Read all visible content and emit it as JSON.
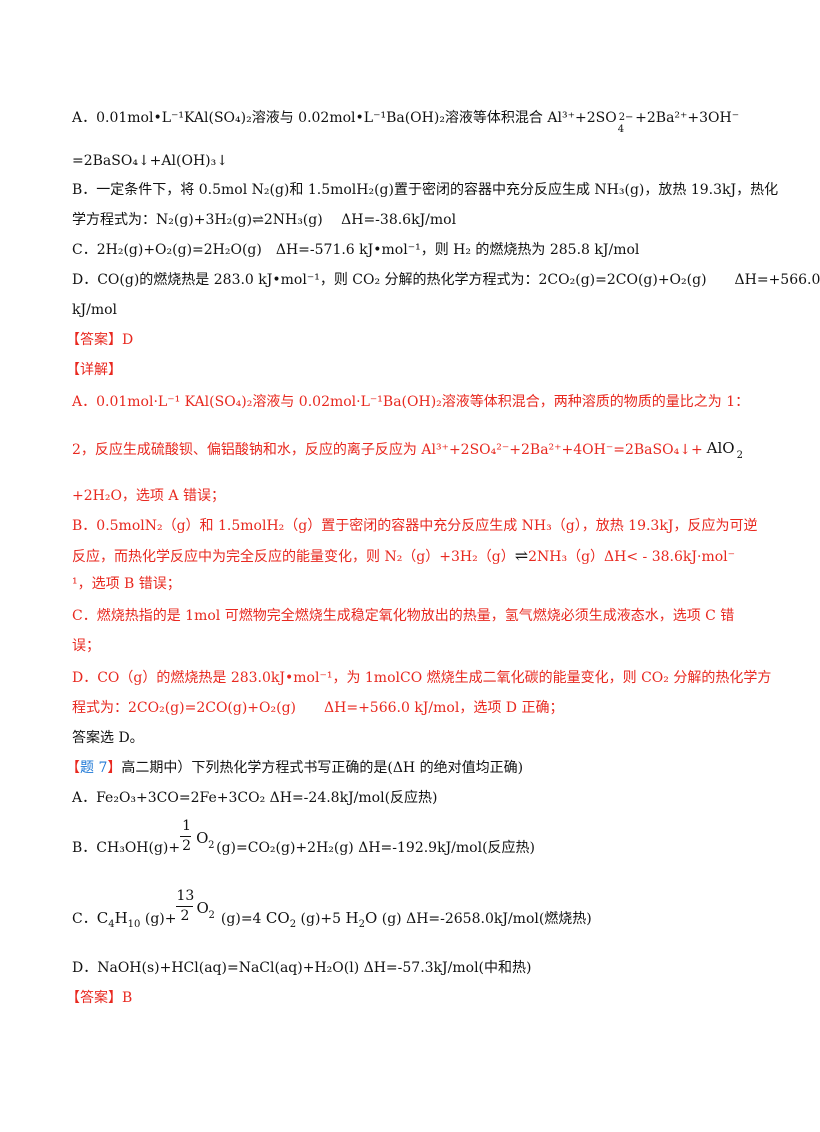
{
  "q6": {
    "optA_1": "A．0.01mol•L⁻¹KAl(SO₄)₂溶液与 0.02mol•L⁻¹Ba(OH)₂溶液等体积混合 Al³⁺+2SO",
    "optA_sup": "2−",
    "optA_sub": "4",
    "optA_2": " +2Ba²⁺+3OH⁻",
    "optA_3": "=2BaSO₄↓+Al(OH)₃↓",
    "optB_1": "B．一定条件下，将 0.5mol N₂(g)和 1.5molH₂(g)置于密闭的容器中充分反应生成 NH₃(g)，放热 19.3kJ，热化",
    "optB_2": "学方程式为：N₂(g)+3H₂(g)⇌2NH₃(g)　 ΔH=-38.6kJ/mol",
    "optC": "C．2H₂(g)+O₂(g)=2H₂O(g)　ΔH=-571.6 kJ•mol⁻¹，则 H₂ 的燃烧热为 285.8 kJ/mol",
    "optD_1": "D．CO(g)的燃烧热是 283.0 kJ•mol⁻¹，则 CO₂ 分解的热化学方程式为：2CO₂(g)=2CO(g)+O₂(g)　　ΔH=+566.0",
    "optD_2": "kJ/mol",
    "answer_bracket": "【答案】",
    "answer": "D",
    "detail_bracket": "【详解】",
    "expA_1": "A．0.01mol·L⁻¹ KAl(SO₄)₂溶液与 0.02mol·L⁻¹Ba(OH)₂溶液等体积混合，两种溶质的物质的量比之为 1：",
    "expA_2": "2，反应生成硫酸钡、偏铝酸钠和水，反应的离子反应为 Al³⁺+2SO₄²⁻+2Ba²⁺+4OH⁻=2BaSO₄↓+",
    "expA_alo2": "AlO",
    "expA_alo2_sub": "2",
    "expA_3": "+2H₂O，选项 A 错误；",
    "expB_1": "B．0.5molN₂（g）和 1.5molH₂（g）置于密闭的容器中充分反应生成 NH₃（g），放热 19.3kJ，反应为可逆",
    "expB_2": "反应，而热化学反应中为完全反应的能量变化，则 N₂（g）+3H₂（g）",
    "expB_arrow": "⇌",
    "expB_3": "2NH₃（g）ΔH< - 38.6kJ·mol⁻",
    "expB_4": "¹，选项 B 错误；",
    "expC_1": "C．燃烧热指的是 1mol 可燃物完全燃烧生成稳定氧化物放出的热量，氢气燃烧必须生成液态水，选项 C 错",
    "expC_2": "误；",
    "expD_1": "D．CO（g）的燃烧热是 283.0kJ•mol⁻¹，为 1molCO 燃烧生成二氧化碳的能量变化，则 CO₂ 分解的热化学方",
    "expD_2": "程式为：2CO₂(g)=2CO(g)+O₂(g)　　ΔH=+566.0 kJ/mol，选项 D 正确；",
    "final": "答案选 D。"
  },
  "q7": {
    "title_bracket_open": "【",
    "title_label": "题 7",
    "title_bracket_close": "】",
    "title_text": "高二期中）下列热化学方程式书写正确的是(ΔH 的绝对值均正确)",
    "optA": "A．Fe₂O₃+3CO=2Fe+3CO₂ ΔH=-24.8kJ/mol(反应热)",
    "optB_pre": "B．CH₃OH(g)+",
    "optB_num": "1",
    "optB_den": "2",
    "optB_o": "O",
    "optB_o_sub": "2",
    "optB_post": "(g)=CO₂(g)+2H₂(g)  ΔH=-192.9kJ/mol(反应热)",
    "optC_pre": "C．",
    "optC_c4h10": "C",
    "optC_c4_sub": "4",
    "optC_h": "H",
    "optC_h10_sub": "10",
    "optC_g1": " (g)+",
    "optC_num": "13",
    "optC_den": "2",
    "optC_o": "O",
    "optC_o_sub": "2",
    "optC_mid": " (g)=4 ",
    "optC_co2": "CO",
    "optC_co2_sub": "2",
    "optC_mid2": " (g)+5 ",
    "optC_h2o_h": "H",
    "optC_h2o_sub": "2",
    "optC_h2o_o": "O",
    "optC_post": " (g)  ΔH=-2658.0kJ/mol(燃烧热)",
    "optD": "D．NaOH(s)+HCl(aq)=NaCl(aq)+H₂O(l)  ΔH=-57.3kJ/mol(中和热)",
    "answer_bracket": "【答案】",
    "answer": "B"
  }
}
